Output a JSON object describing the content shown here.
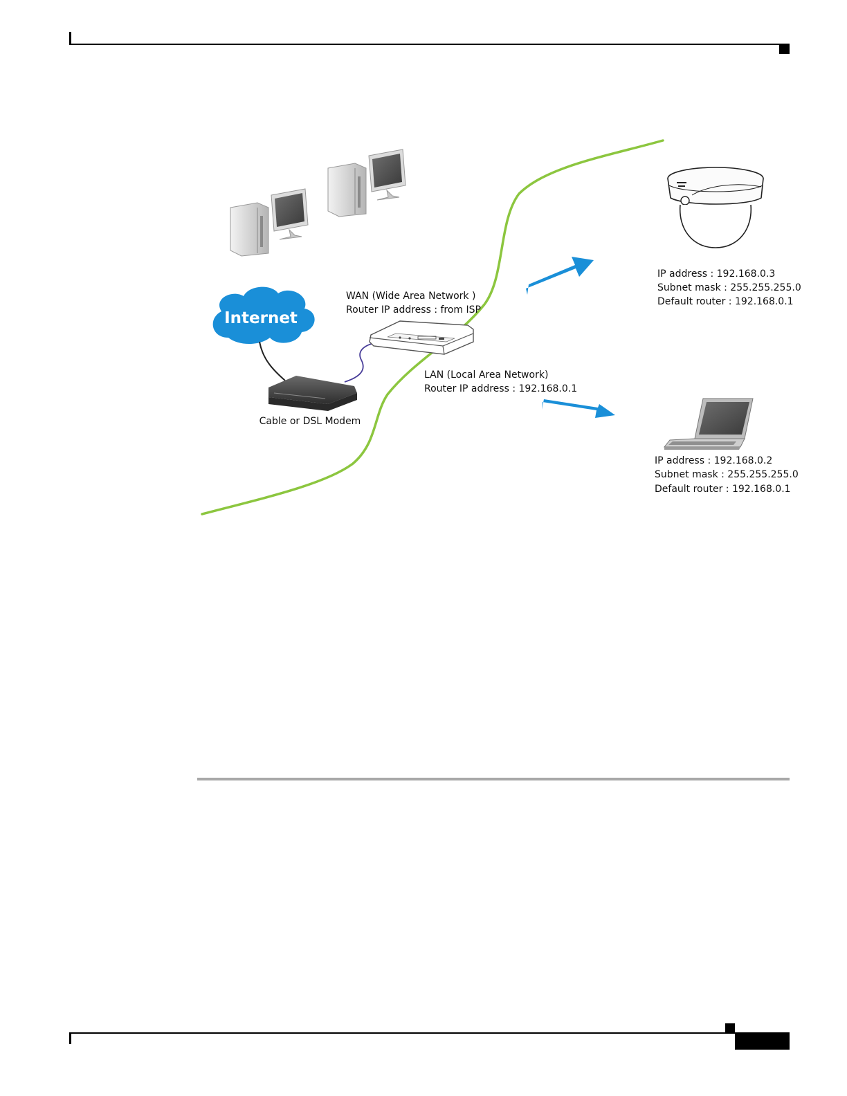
{
  "diagram": {
    "cloud_label": "Internet",
    "modem_label": "Cable or DSL Modem",
    "wan": {
      "title": "WAN (Wide Area Network )",
      "router_ip": "Router IP address : from ISP"
    },
    "lan": {
      "title": "LAN (Local Area Network)",
      "router_ip": "Router IP address : 192.168.0.1"
    },
    "camera": {
      "ip": "IP address : 192.168.0.3",
      "subnet": "Subnet mask : 255.255.255.0",
      "gateway": "Default router : 192.168.0.1"
    },
    "laptop": {
      "ip": "IP address : 192.168.0.2",
      "subnet": "Subnet mask : 255.255.255.0",
      "gateway": "Default router : 192.168.0.1"
    },
    "colors": {
      "cloud": "#1a8fd8",
      "arrow": "#1a8fd8",
      "boundary_line": "#8cc63f",
      "modem": "#444444"
    }
  }
}
